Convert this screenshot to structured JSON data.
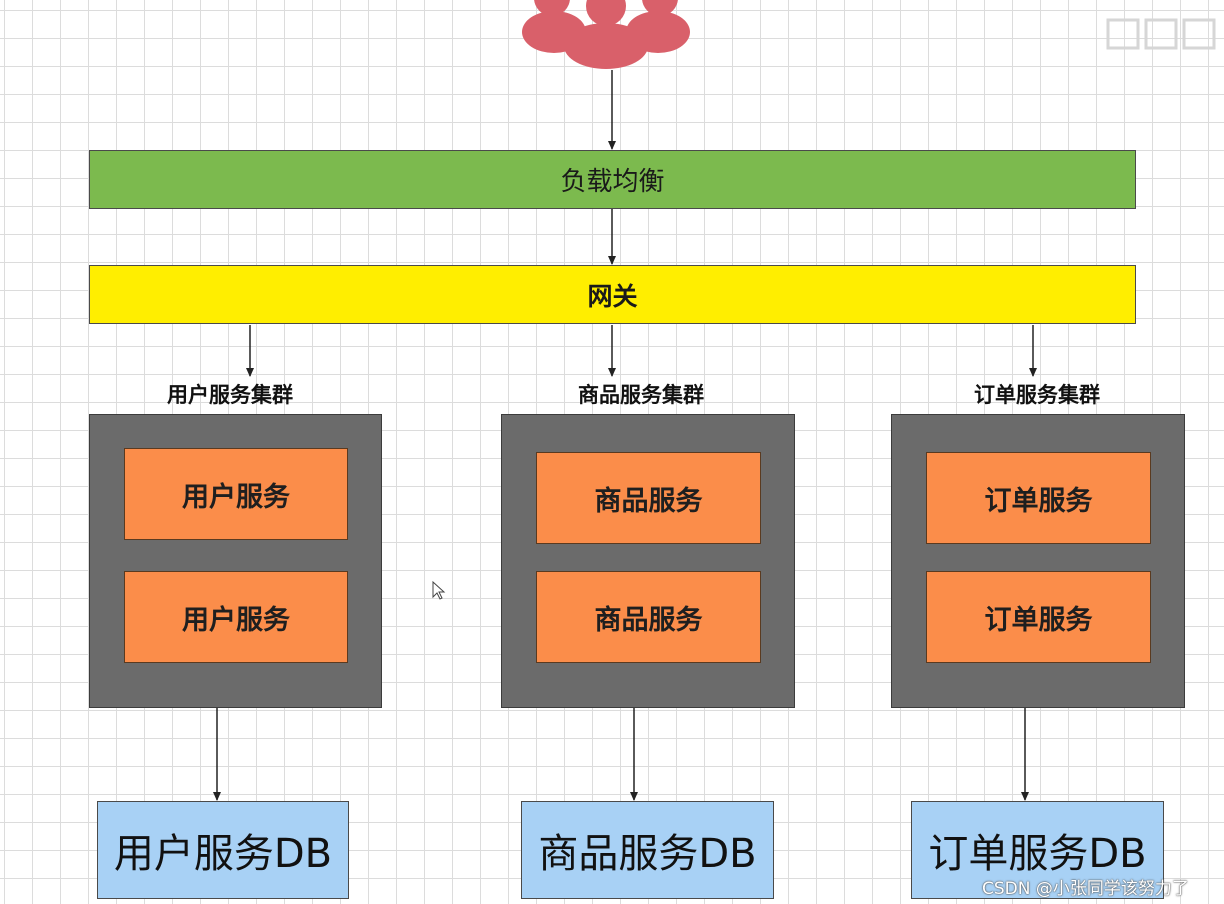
{
  "load_balancer": {
    "label": "负载均衡"
  },
  "gateway": {
    "label": "网关"
  },
  "clusters": [
    {
      "title": "用户服务集群",
      "services": [
        "用户服务",
        "用户服务"
      ],
      "db": "用户服务DB"
    },
    {
      "title": "商品服务集群",
      "services": [
        "商品服务",
        "商品服务"
      ],
      "db": "商品服务DB"
    },
    {
      "title": "订单服务集群",
      "services": [
        "订单服务",
        "订单服务"
      ],
      "db": "订单服务DB"
    }
  ],
  "watermark": "CSDN @小张同学该努力了",
  "colors": {
    "load_balancer": "#7cba4e",
    "gateway": "#ffee00",
    "cluster": "#6b6b6b",
    "service": "#fb8d4a",
    "db": "#a8d1f5",
    "users_icon": "#d9606a"
  },
  "icons": {
    "users": "users-group-icon"
  }
}
